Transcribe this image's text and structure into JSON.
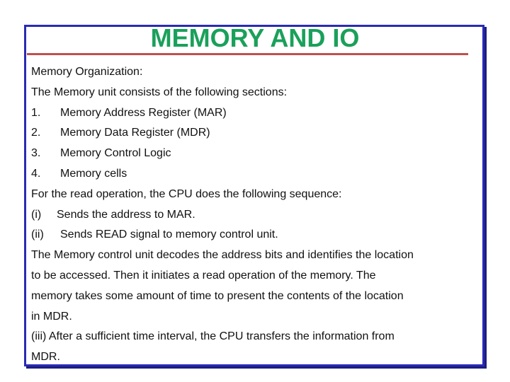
{
  "title": "MEMORY AND IO",
  "heading": "Memory Organization:",
  "intro": "The Memory unit consists of the following sections:",
  "sections": [
    {
      "num": "1.",
      "text": "Memory Address Register (MAR)"
    },
    {
      "num": "2.",
      "text": "Memory Data Register (MDR)"
    },
    {
      "num": "3.",
      "text": "Memory Control Logic"
    },
    {
      "num": "4.",
      "text": "Memory cells"
    }
  ],
  "read_intro": "For the read operation, the CPU does the following sequence:",
  "steps": [
    {
      "num": "(i)",
      "text": "Sends the address to MAR."
    },
    {
      "num": "(ii)",
      "text": "Sends READ signal to memory control unit."
    }
  ],
  "paragraph_lines": [
    "The Memory control unit decodes the address bits and identifies the location",
    "to  be accessed. Then it initiates a read operation of the memory. The",
    "memory  takes some amount of time to present the contents of the location",
    "in MDR."
  ],
  "final_lines": [
    "(iii) After a sufficient time interval, the CPU transfers the information from",
    "MDR."
  ]
}
